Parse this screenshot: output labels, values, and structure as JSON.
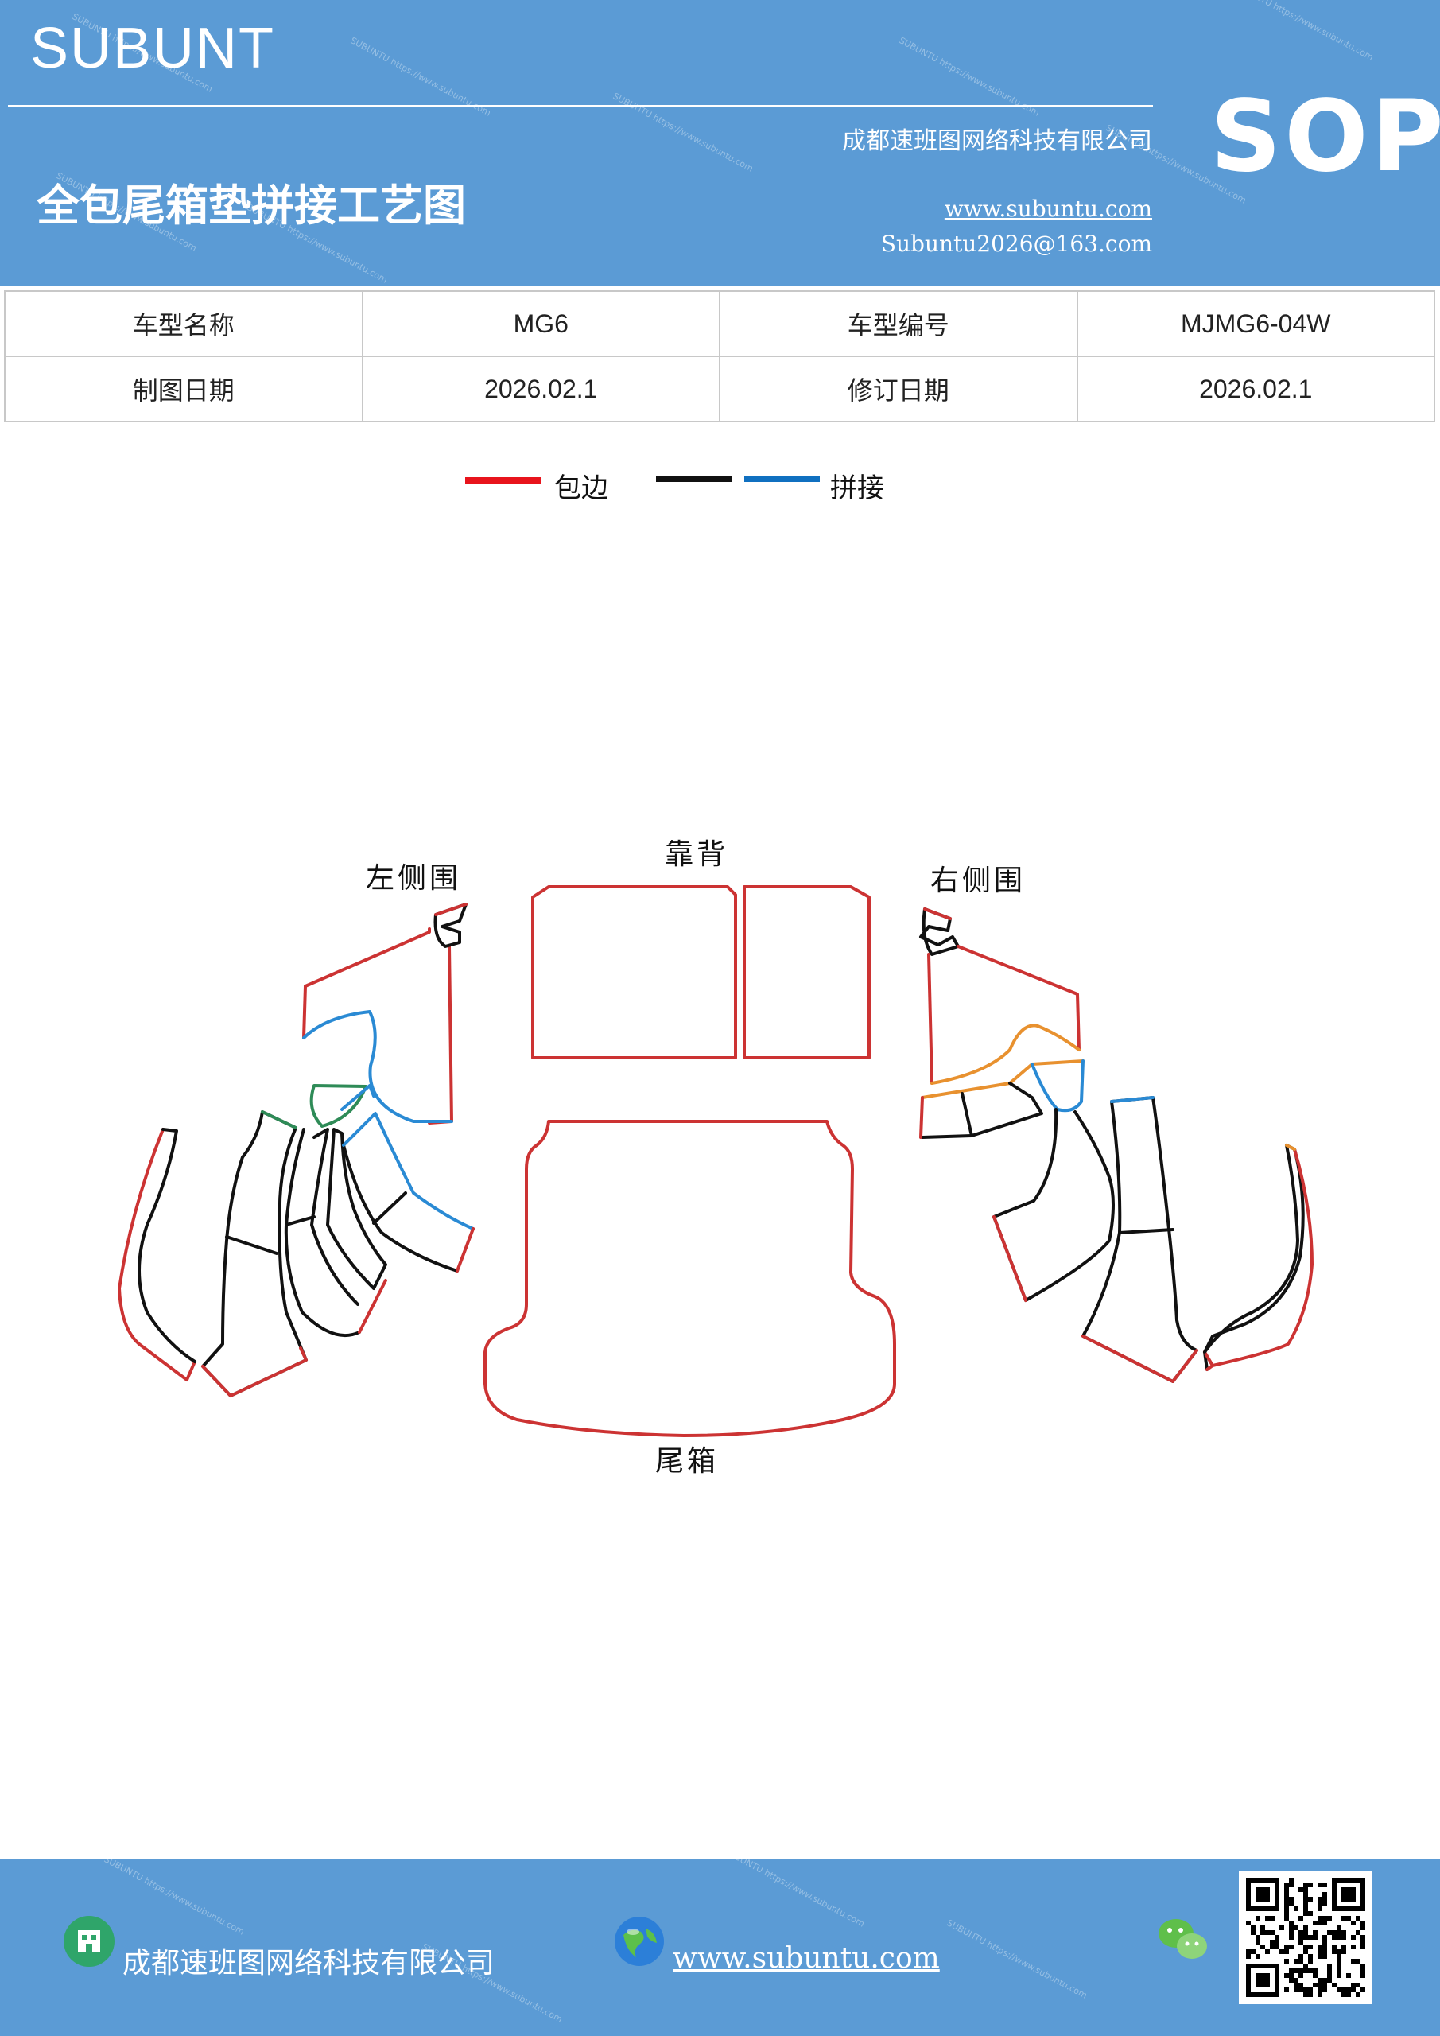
{
  "header": {
    "brand": "SUBUNT",
    "title": "全包尾箱垫拼接工艺图",
    "company": "成都速班图网络科技有限公司",
    "website": "www.subuntu.com",
    "email": "Subuntu2026@163.com",
    "badge": "SOP"
  },
  "info_table": {
    "rows": [
      {
        "label1": "车型名称",
        "value1": "MG6",
        "label2": "车型编号",
        "value2": "MJMG6-04W"
      },
      {
        "label1": "制图日期",
        "value1": "2026.02.1",
        "label2": "修订日期",
        "value2": "2026.02.1"
      }
    ]
  },
  "legend": {
    "items": [
      {
        "label": "包边",
        "color": "#e8141c"
      },
      {
        "label": "",
        "color": "#111111"
      },
      {
        "label": "拼接",
        "color": "#1070c0"
      }
    ]
  },
  "diagram": {
    "labels": {
      "left_side": "左侧围",
      "backrest": "靠背",
      "right_side": "右侧围",
      "trunk": "尾箱"
    },
    "colors": {
      "edge": "#cc3333",
      "seam_black": "#111111",
      "seam_blue": "#2a8ad4",
      "seam_green": "#2e8b57",
      "seam_orange": "#e8912f"
    }
  },
  "footer": {
    "company": "成都速班图网络科技有限公司",
    "website": "www.subuntu.com",
    "icons": [
      "building-icon",
      "globe-icon",
      "wechat-icon",
      "qr-code"
    ]
  }
}
